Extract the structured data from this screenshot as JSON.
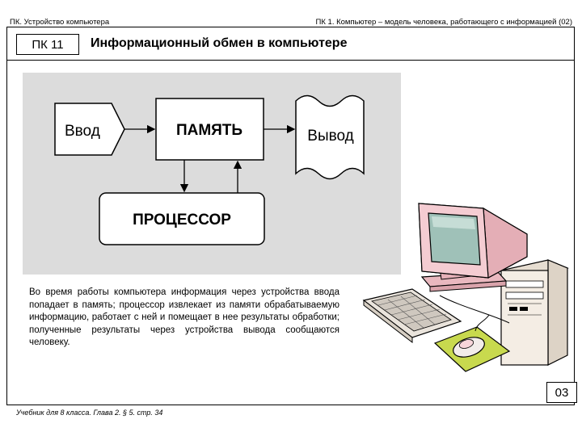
{
  "header": {
    "left": "ПК. Устройство компьютера",
    "right": "ПК 1. Компьютер – модель человека, работающего с информацией (02)"
  },
  "slide": {
    "code": "ПК 11",
    "title": "Информационный обмен в компьютере"
  },
  "diagram": {
    "input": "Ввод",
    "memory": "ПАМЯТЬ",
    "output": "Вывод",
    "processor": "ПРОЦЕССОР"
  },
  "paragraph": "Во время работы компьютера информация через устройства ввода попадает в память; процессор извлекает из памяти обрабатываемую информацию, работает с ней и помещает в нее результаты обработки; полученные результаты через устройства вывода сообщаются человеку.",
  "page_number": "03",
  "footer": "Учебник для 8 класса. Глава 2. § 5. стр. 34",
  "illustration": {
    "icon": "computer-icon",
    "colors": {
      "monitor": "#f2c6cc",
      "case": "#f4ede4",
      "screen": "#9fc1b8",
      "mousepad": "#c8d94e",
      "keyboard": "#eae4dc"
    }
  }
}
